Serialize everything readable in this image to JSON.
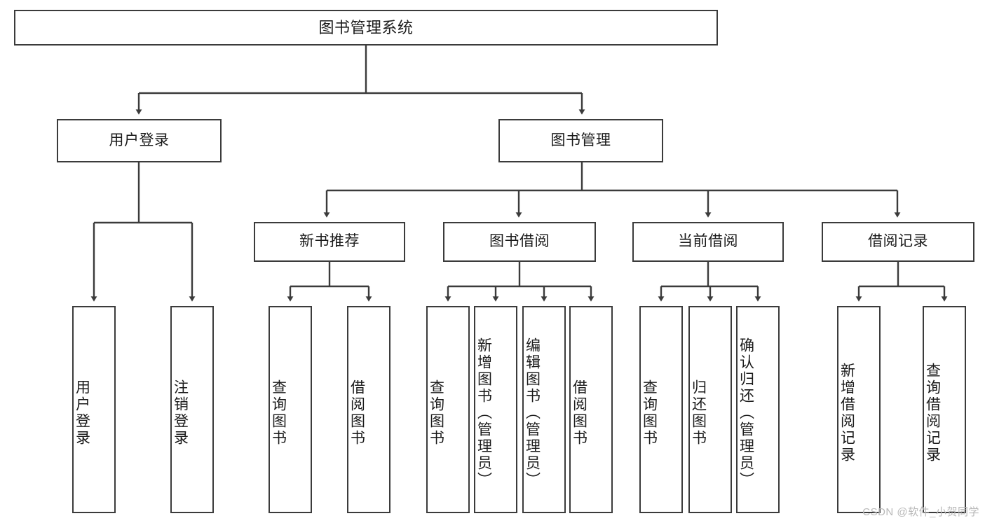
{
  "diagram": {
    "title": "图书管理系统",
    "type": "tree-hierarchy-diagram",
    "root": {
      "id": "root",
      "label": "图书管理系统",
      "orientation": "horizontal"
    },
    "level2": [
      {
        "id": "user-login",
        "label": "用户登录",
        "orientation": "horizontal"
      },
      {
        "id": "book-management",
        "label": "图书管理",
        "orientation": "horizontal"
      }
    ],
    "level3": [
      {
        "id": "new-book-recommend",
        "label": "新书推荐",
        "orientation": "horizontal"
      },
      {
        "id": "book-borrow",
        "label": "图书借阅",
        "orientation": "horizontal"
      },
      {
        "id": "current-borrow",
        "label": "当前借阅",
        "orientation": "horizontal"
      },
      {
        "id": "borrow-record",
        "label": "借阅记录",
        "orientation": "horizontal"
      }
    ],
    "leaves": [
      {
        "id": "leaf-user-login",
        "label": "用户登录",
        "parent": "user-login",
        "orientation": "vertical"
      },
      {
        "id": "leaf-logout",
        "label": "注销登录",
        "parent": "user-login",
        "orientation": "vertical"
      },
      {
        "id": "leaf-query-book-1",
        "label": "查询图书",
        "parent": "new-book-recommend",
        "orientation": "vertical"
      },
      {
        "id": "leaf-borrow-book-1",
        "label": "借阅图书",
        "parent": "new-book-recommend",
        "orientation": "vertical"
      },
      {
        "id": "leaf-query-book-2",
        "label": "查询图书",
        "parent": "book-borrow",
        "orientation": "vertical"
      },
      {
        "id": "leaf-add-book",
        "label": "新增图书（管理员）",
        "parent": "book-borrow",
        "orientation": "vertical"
      },
      {
        "id": "leaf-edit-book",
        "label": "编辑图书（管理员）",
        "parent": "book-borrow",
        "orientation": "vertical"
      },
      {
        "id": "leaf-borrow-book-2",
        "label": "借阅图书",
        "parent": "book-borrow",
        "orientation": "vertical"
      },
      {
        "id": "leaf-query-book-3",
        "label": "查询图书",
        "parent": "current-borrow",
        "orientation": "vertical"
      },
      {
        "id": "leaf-return-book",
        "label": "归还图书",
        "parent": "current-borrow",
        "orientation": "vertical"
      },
      {
        "id": "leaf-confirm-return",
        "label": "确认归还（管理员）",
        "parent": "current-borrow",
        "orientation": "vertical"
      },
      {
        "id": "leaf-add-record",
        "label": "新增借阅记录",
        "parent": "borrow-record",
        "orientation": "vertical"
      },
      {
        "id": "leaf-query-record",
        "label": "查询借阅记录",
        "parent": "borrow-record",
        "orientation": "vertical"
      }
    ],
    "colors": {
      "stroke": "#3b3b3b",
      "fill": "#ffffff",
      "text": "#1a1a1a",
      "watermark": "#b8b8b8"
    }
  },
  "watermark": {
    "text": "CSDN @软件_小贺同学"
  }
}
